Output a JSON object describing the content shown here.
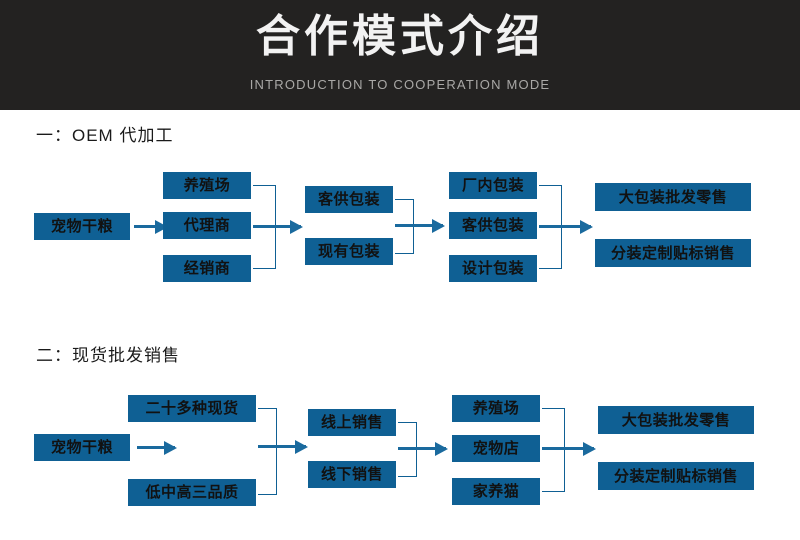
{
  "banner": {
    "title": "合作模式介绍",
    "subtitle": "INTRODUCTION TO COOPERATION MODE",
    "background_color": "#232221",
    "title_color": "#f2f2f2",
    "subtitle_color": "#a9a8a6"
  },
  "theme": {
    "node_fill": "#0f6094",
    "connector_color": "#1a6a9e",
    "page_background": "#ffffff",
    "node_text_color": "#111111"
  },
  "sections": [
    {
      "heading": "一：OEM 代加工",
      "columns": [
        {
          "nodes": [
            "宠物干粮"
          ]
        },
        {
          "nodes": [
            "养殖场",
            "代理商",
            "经销商"
          ]
        },
        {
          "nodes": [
            "客供包装",
            "现有包装"
          ]
        },
        {
          "nodes": [
            "厂内包装",
            "客供包装",
            "设计包装"
          ]
        },
        {
          "nodes": [
            "大包装批发零售",
            "分装定制贴标销售"
          ]
        }
      ]
    },
    {
      "heading": "二：现货批发销售",
      "columns": [
        {
          "nodes": [
            "宠物干粮"
          ]
        },
        {
          "nodes": [
            "二十多种现货",
            "低中高三品质"
          ]
        },
        {
          "nodes": [
            "线上销售",
            "线下销售"
          ]
        },
        {
          "nodes": [
            "养殖场",
            "宠物店",
            "家养猫"
          ]
        },
        {
          "nodes": [
            "大包装批发零售",
            "分装定制贴标销售"
          ]
        }
      ]
    }
  ]
}
